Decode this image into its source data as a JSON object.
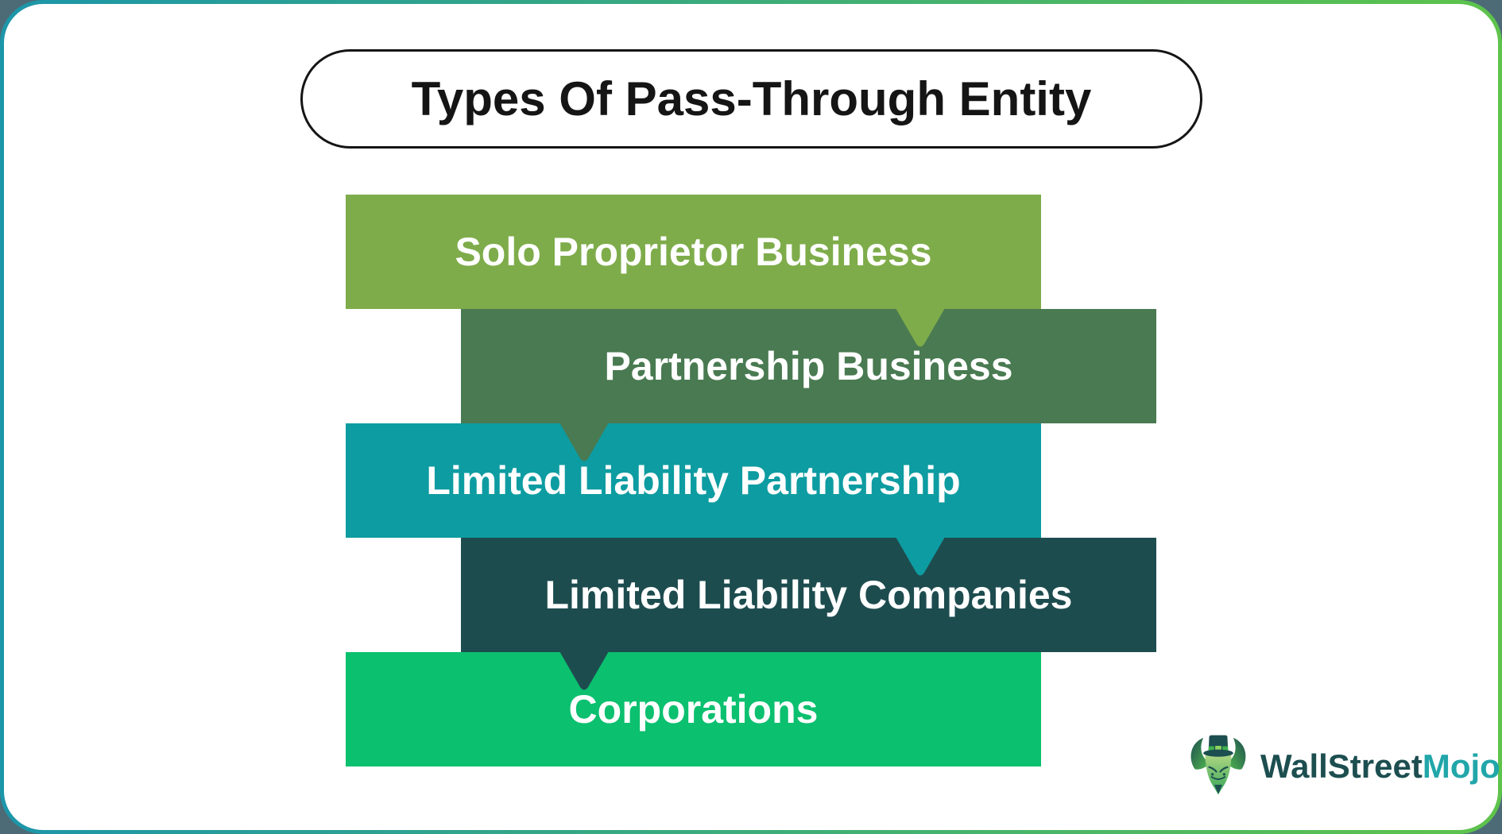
{
  "page": {
    "corner_background": "#4C6B77",
    "frame_gradient_start": "#1C96A9",
    "frame_gradient_end": "#5EC34B"
  },
  "title": {
    "text": "Types Of Pass-Through Entity"
  },
  "diagram": {
    "bars": [
      {
        "label": "Solo Proprietor Business",
        "color": "#7EAC4A",
        "offset": "left"
      },
      {
        "label": "Partnership Business",
        "color": "#497A51",
        "offset": "right"
      },
      {
        "label": "Limited Liability Partnership",
        "color": "#0D9CA1",
        "offset": "left"
      },
      {
        "label": "Limited Liability Companies",
        "color": "#1D4C4F",
        "offset": "right"
      },
      {
        "label": "Corporations",
        "color": "#0BC06F",
        "offset": "left"
      }
    ],
    "label_text_color": "#FFFFFF"
  },
  "logo": {
    "text_primary": "WallStreet",
    "text_accent": "Mojo",
    "primary_color": "#1D4E50",
    "accent_color": "#21A6A9",
    "icon": "bull-mascot-with-top-hat"
  }
}
